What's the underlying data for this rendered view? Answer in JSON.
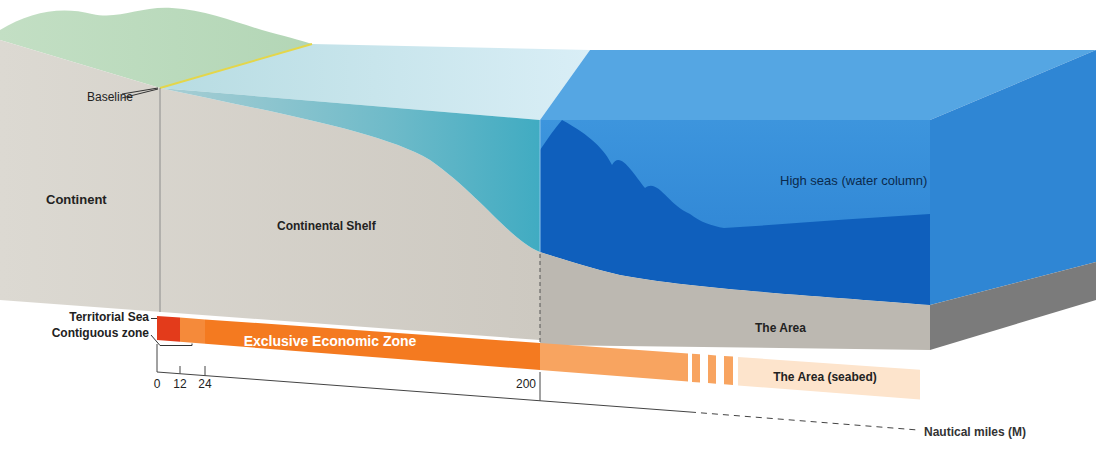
{
  "diagram": {
    "nodes": [
      {
        "text": [
          "Exclusive Economic Zone"
        ]
      },
      {
        "text": [
          "The Area (seabed)"
        ]
      }
    ],
    "labels": [
      "Baseline",
      "Continent",
      "Continental Shelf",
      "High seas (water column)",
      "The Area",
      "Territorial Sea",
      "Contiguous zone",
      "0",
      "12",
      "24",
      "200",
      "Nautical miles (M)"
    ]
  }
}
